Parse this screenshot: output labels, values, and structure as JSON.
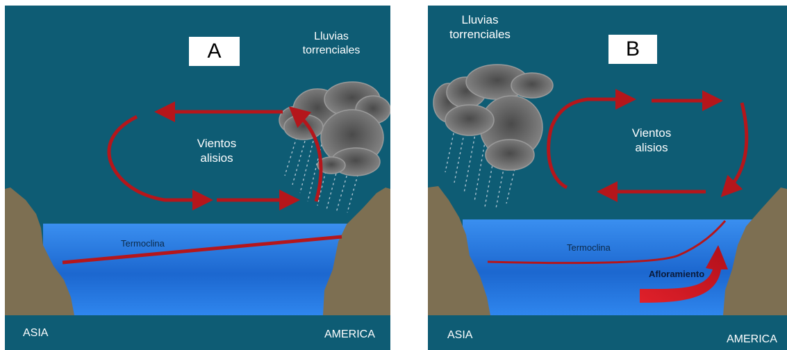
{
  "panel_a": {
    "letter": "A",
    "rain_label": "Lluvias torrenciales",
    "rain_label_line1": "Lluvias",
    "rain_label_line2": "torrenciales",
    "winds_label_line1": "Vientos",
    "winds_label_line2": "alisios",
    "thermocline_label": "Termoclina",
    "left_region": "ASIA",
    "right_region": "AMERICA"
  },
  "panel_b": {
    "letter": "B",
    "rain_label_line1": "Lluvias",
    "rain_label_line2": "torrenciales",
    "winds_label_line1": "Vientos",
    "winds_label_line2": "alisios",
    "thermocline_label": "Termoclina",
    "upwelling_label": "Afloramiento",
    "left_region": "ASIA",
    "right_region": "AMERICA"
  },
  "colors": {
    "sky": "#0e5c74",
    "ocean": "#1f6fd6",
    "land": "#7d6f52",
    "arrow": "#b5161b",
    "cloud": "#6d6d6d"
  }
}
